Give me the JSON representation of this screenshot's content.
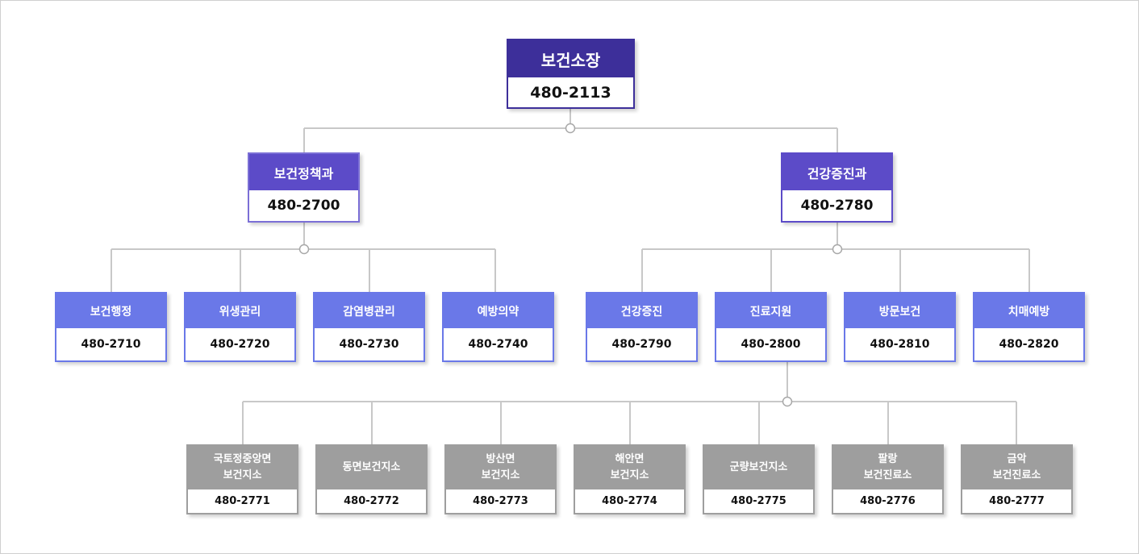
{
  "top": {
    "title": "보건소장",
    "phone": "480-2113"
  },
  "departments": [
    {
      "title": "보건정책과",
      "phone": "480-2700"
    },
    {
      "title": "건강증진과",
      "phone": "480-2780"
    }
  ],
  "teams_policy": [
    {
      "title": "보건행정",
      "phone": "480-2710"
    },
    {
      "title": "위생관리",
      "phone": "480-2720"
    },
    {
      "title": "감염병관리",
      "phone": "480-2730"
    },
    {
      "title": "예방의약",
      "phone": "480-2740"
    }
  ],
  "teams_health": [
    {
      "title": "건강증진",
      "phone": "480-2790"
    },
    {
      "title": "진료지원",
      "phone": "480-2800"
    },
    {
      "title": "방문보건",
      "phone": "480-2810"
    },
    {
      "title": "치매예방",
      "phone": "480-2820"
    }
  ],
  "branches": [
    {
      "title": "국토정중앙면\n보건지소",
      "phone": "480-2771"
    },
    {
      "title": "동면보건지소",
      "phone": "480-2772"
    },
    {
      "title": "방산면\n보건지소",
      "phone": "480-2773"
    },
    {
      "title": "해안면\n보건지소",
      "phone": "480-2774"
    },
    {
      "title": "군량보건지소",
      "phone": "480-2775"
    },
    {
      "title": "팔랑\n보건진료소",
      "phone": "480-2776"
    },
    {
      "title": "금악\n보건진료소",
      "phone": "480-2777"
    }
  ],
  "colors": {
    "top": "#3d2f9a",
    "department": "#5c4bc8",
    "team": "#6a78e8",
    "branch": "#9e9e9e",
    "connector": "#c8c8c8"
  }
}
